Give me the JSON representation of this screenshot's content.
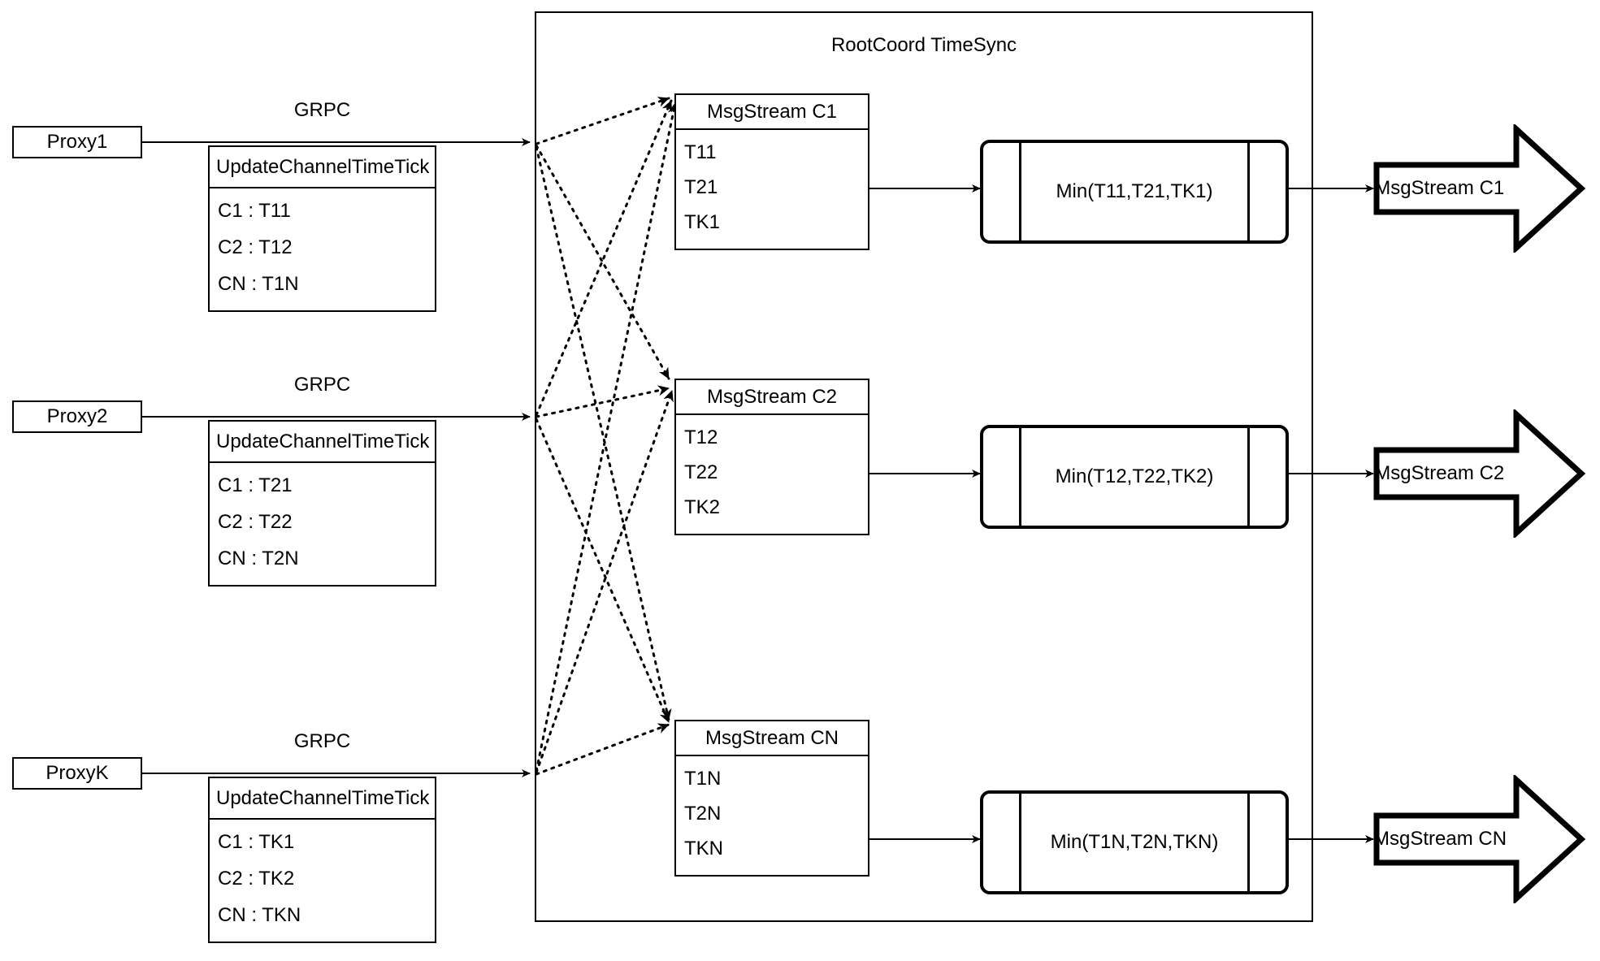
{
  "diagram": {
    "title": "RootCoord TimeSync",
    "container": {
      "label": "RootCoord TimeSync"
    },
    "proxies": [
      {
        "name": "Proxy1",
        "link_label": "GRPC",
        "request": {
          "header": "UpdateChannelTimeTick",
          "rows": [
            "C1 :  T11",
            "C2 :  T12",
            "CN : T1N"
          ]
        }
      },
      {
        "name": "Proxy2",
        "link_label": "GRPC",
        "request": {
          "header": "UpdateChannelTimeTick",
          "rows": [
            "C1 :  T21",
            "C2 :  T22",
            "CN : T2N"
          ]
        }
      },
      {
        "name": "ProxyK",
        "link_label": "GRPC",
        "request": {
          "header": "UpdateChannelTimeTick",
          "rows": [
            "C1 :  TK1",
            "C2 :  TK2",
            "CN : TKN"
          ]
        }
      }
    ],
    "channels": [
      {
        "stream": {
          "header": "MsgStream C1",
          "rows": [
            "T11",
            "T21",
            "TK1"
          ]
        },
        "process": {
          "label": "Min(T11,T21,TK1)"
        },
        "output": {
          "label": "MsgStream C1"
        }
      },
      {
        "stream": {
          "header": "MsgStream C2",
          "rows": [
            "T12",
            "T22",
            "TK2"
          ]
        },
        "process": {
          "label": "Min(T12,T22,TK2)"
        },
        "output": {
          "label": "MsgStream C2"
        }
      },
      {
        "stream": {
          "header": "MsgStream CN",
          "rows": [
            "T1N",
            "T2N",
            "TKN"
          ]
        },
        "process": {
          "label": "Min(T1N,T2N,TKN)"
        },
        "output": {
          "label": "MsgStream CN"
        }
      }
    ],
    "colors": {
      "stroke": "#000000",
      "background": "#ffffff"
    }
  }
}
